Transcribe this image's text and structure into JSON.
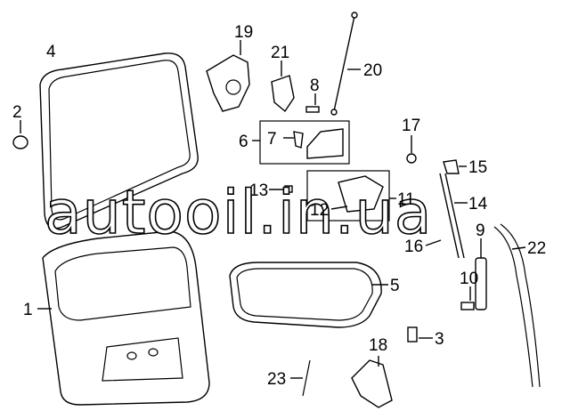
{
  "labels": {
    "l1": "1",
    "l2": "2",
    "l3": "3",
    "l4": "4",
    "l5": "5",
    "l6": "6",
    "l7": "7",
    "l8": "8",
    "l9": "9",
    "l10": "10",
    "l11": "11",
    "l12": "12",
    "l13": "13",
    "l14": "14",
    "l15": "15",
    "l16": "16",
    "l17": "17",
    "l18": "18",
    "l19": "19",
    "l20": "20",
    "l21": "21",
    "l22": "22",
    "l23": "23"
  },
  "watermark": "autooil.in.ua"
}
